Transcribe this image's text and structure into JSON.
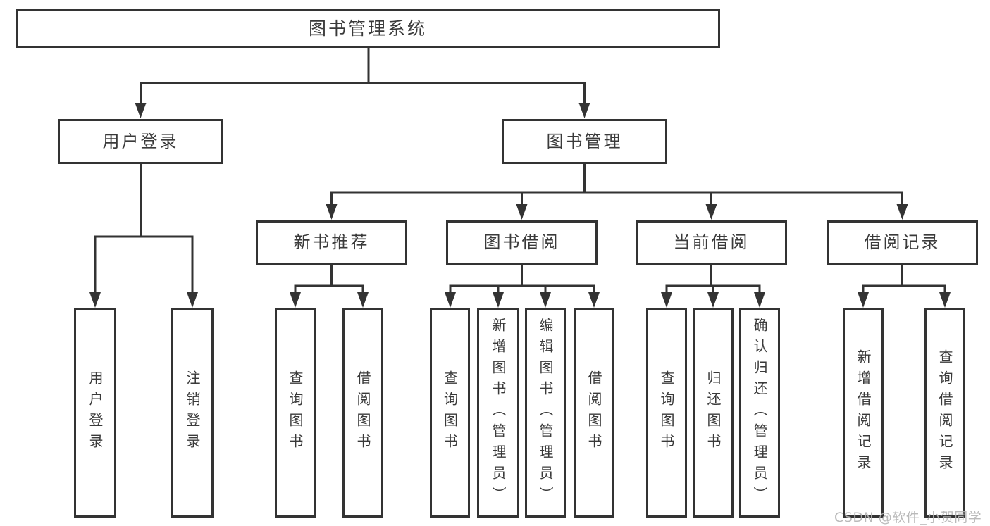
{
  "diagram": {
    "root_label": "图书管理系统",
    "nodes": {
      "user_login": "用户登录",
      "book_mgmt": "图书管理",
      "new_books": "新书推荐",
      "book_borrow": "图书借阅",
      "current_borrow": "当前借阅",
      "borrow_records": "借阅记录"
    },
    "leaves": {
      "g1": [
        "用户登录",
        "注销登录"
      ],
      "g2": [
        "查询图书",
        "借阅图书"
      ],
      "g3": [
        "查询图书",
        "新增图书（管理员）",
        "编辑图书（管理员）",
        "借阅图书"
      ],
      "g4": [
        "查询图书",
        "归还图书",
        "确认归还（管理员）"
      ],
      "g5": [
        "新增借阅记录",
        "查询借阅记录"
      ]
    },
    "watermark": "CSDN @软件_小贺同学",
    "colors": {
      "line": "#333333",
      "text": "#3a3a3a",
      "watermark": "#b5b5b5",
      "background": "#ffffff"
    }
  }
}
